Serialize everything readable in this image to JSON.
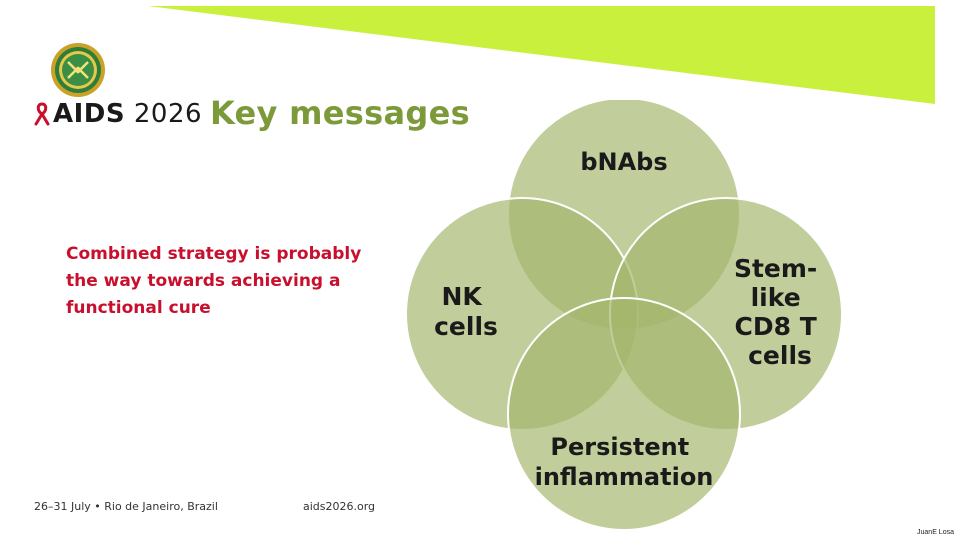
{
  "colors": {
    "accent_bar": "#c9f03c",
    "title": "#7d9a3a",
    "message": "#c8102e",
    "circle_fill": "#a3b56c",
    "circle_stroke": "#ffffff",
    "ribbon": "#c8102e"
  },
  "header": {
    "logo_icon": "conference-seal-icon",
    "ribbon_icon": "red-ribbon-icon",
    "brand_bold": "AIDS",
    "brand_year": "2026",
    "title": "Key messages"
  },
  "main": {
    "message": "Combined strategy is probably the way towards achieving a functional cure",
    "venn": {
      "circles": [
        {
          "id": "top",
          "label_lines": [
            "bNAbs"
          ]
        },
        {
          "id": "left",
          "label_lines": [
            "NK",
            "cells"
          ]
        },
        {
          "id": "right",
          "label_lines": [
            "Stem-",
            "like",
            "CD8 T",
            "cells"
          ]
        },
        {
          "id": "bottom",
          "label_lines": [
            "Persistent",
            "inflammation"
          ]
        }
      ]
    }
  },
  "footer": {
    "event": "26–31 July  •  Rio de Janeiro, Brazil",
    "url": "aids2026.org",
    "credit": "JuanE Losa"
  }
}
